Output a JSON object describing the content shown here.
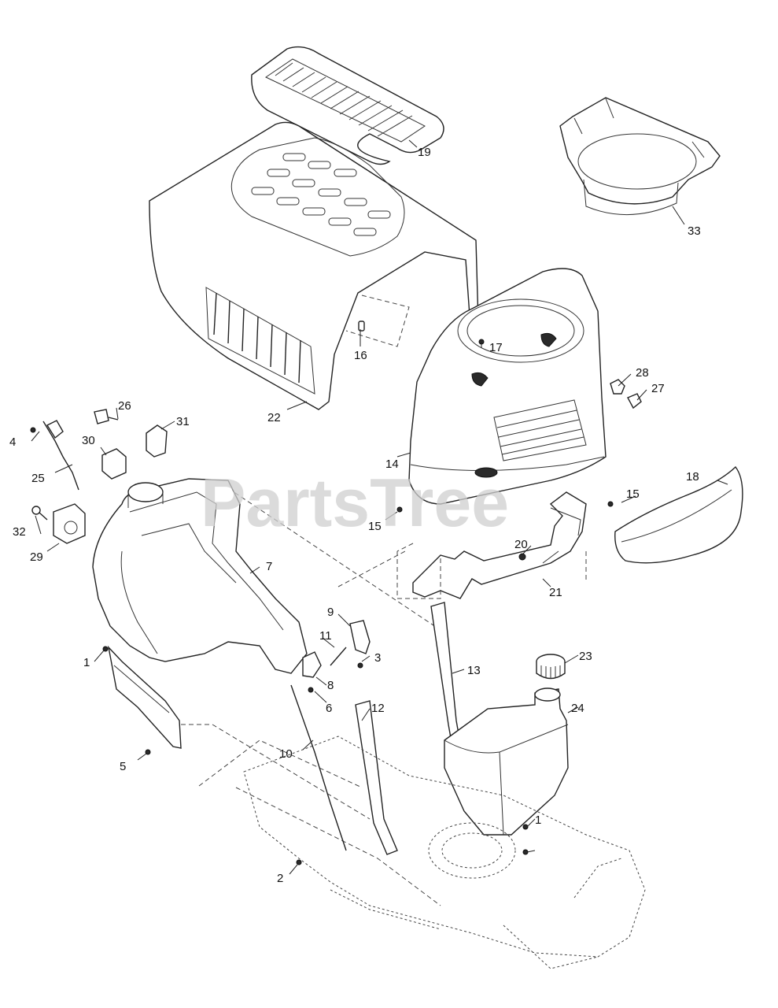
{
  "watermark": "PartsTree",
  "callouts": [
    {
      "id": "c1a",
      "label": "1"
    },
    {
      "id": "c1b",
      "label": "1"
    },
    {
      "id": "c2",
      "label": "2"
    },
    {
      "id": "c3",
      "label": "3"
    },
    {
      "id": "c4",
      "label": "4"
    },
    {
      "id": "c5",
      "label": "5"
    },
    {
      "id": "c6",
      "label": "6"
    },
    {
      "id": "c7",
      "label": "7"
    },
    {
      "id": "c8",
      "label": "8"
    },
    {
      "id": "c9",
      "label": "9"
    },
    {
      "id": "c10",
      "label": "10"
    },
    {
      "id": "c11",
      "label": "11"
    },
    {
      "id": "c12",
      "label": "12"
    },
    {
      "id": "c13",
      "label": "13"
    },
    {
      "id": "c14",
      "label": "14"
    },
    {
      "id": "c15a",
      "label": "15"
    },
    {
      "id": "c15b",
      "label": "15"
    },
    {
      "id": "c16",
      "label": "16"
    },
    {
      "id": "c17",
      "label": "17"
    },
    {
      "id": "c18",
      "label": "18"
    },
    {
      "id": "c19",
      "label": "19"
    },
    {
      "id": "c20",
      "label": "20"
    },
    {
      "id": "c21",
      "label": "21"
    },
    {
      "id": "c22",
      "label": "22"
    },
    {
      "id": "c23",
      "label": "23"
    },
    {
      "id": "c24",
      "label": "24"
    },
    {
      "id": "c25",
      "label": "25"
    },
    {
      "id": "c26",
      "label": "26"
    },
    {
      "id": "c27",
      "label": "27"
    },
    {
      "id": "c28",
      "label": "28"
    },
    {
      "id": "c29",
      "label": "29"
    },
    {
      "id": "c30",
      "label": "30"
    },
    {
      "id": "c31",
      "label": "31"
    },
    {
      "id": "c32",
      "label": "32"
    },
    {
      "id": "c33",
      "label": "33"
    }
  ]
}
